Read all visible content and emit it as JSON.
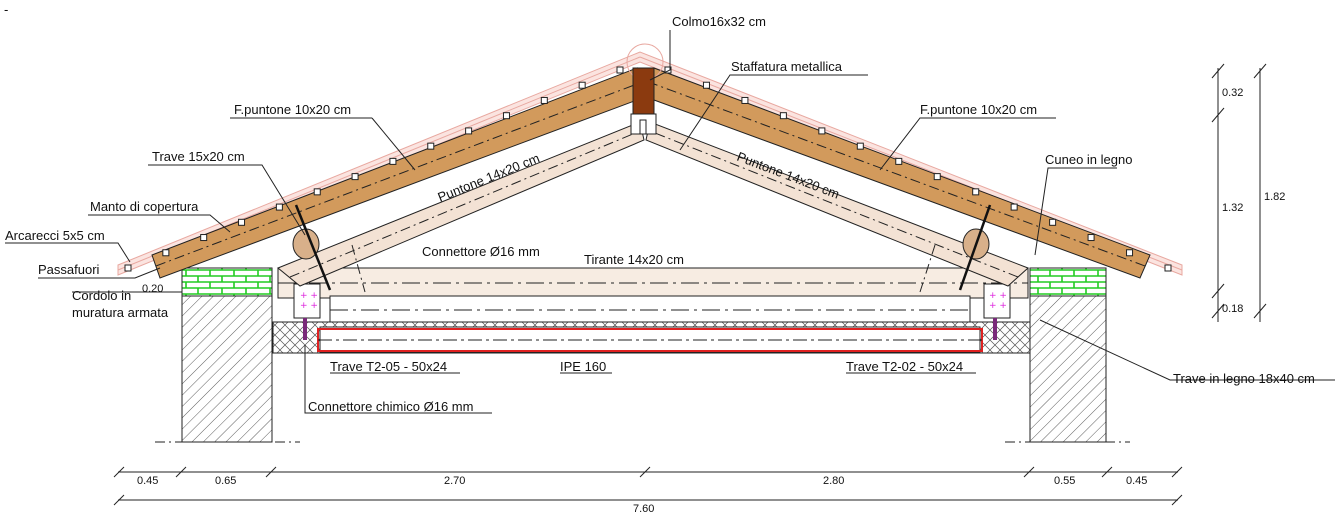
{
  "labels": {
    "colmo": "Colmo16x32 cm",
    "staffatura": "Staffatura metallica",
    "fpuntone_left": "F.puntone 10x20 cm",
    "fpuntone_right": "F.puntone 10x20 cm",
    "trave_15x20": "Trave 15x20 cm",
    "cuneo": "Cuneo in legno",
    "manto": "Manto di copertura",
    "arcarecci": "Arcarecci 5x5 cm",
    "passafuori": "Passafuori",
    "cordolo_line1": "Cordolo in",
    "cordolo_line2": "muratura armata",
    "puntone_left": "Puntone 14x20 cm",
    "puntone_right": "Puntone 14x20 cm",
    "connettore": "Connettore Ø16 mm",
    "tirante": "Tirante 14x20 cm",
    "trave_t205": "Trave T2-05 - 50x24",
    "ipe": "IPE 160",
    "trave_t202": "Trave T2-02 - 50x24",
    "trave_legno": "Trave in legno 18x40 cm",
    "connettore_chimico": "Connettore chimico Ø16 mm",
    "corner_mark": "-"
  },
  "dimensions": {
    "cordolo_height": "0.20",
    "vertical": [
      "0.32",
      "1.32",
      "0.18"
    ],
    "vertical_total": "1.82",
    "horizontal": [
      "0.45",
      "0.65",
      "2.70",
      "2.80",
      "0.55",
      "0.45"
    ],
    "horizontal_total": "7.60"
  },
  "colors": {
    "wood": "#d29a5c",
    "ridge": "#8b3a0f",
    "roof_tile": "#e8a8a0",
    "brick_line": "#22cc22",
    "steel": "#e02020",
    "pink_connector": "#dd22dd",
    "pale_wood": "#f3e2d4"
  }
}
